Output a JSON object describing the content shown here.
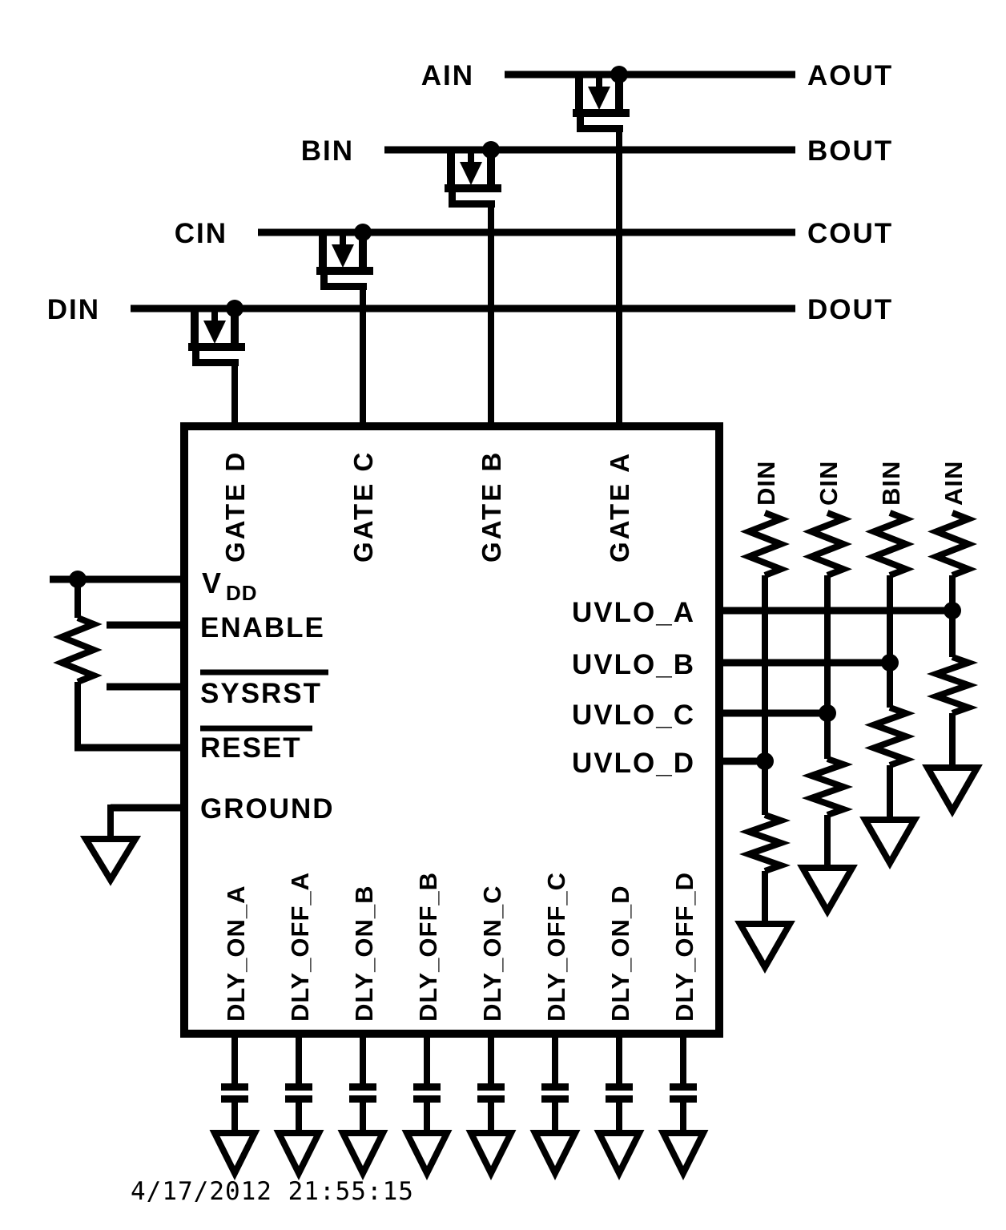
{
  "diagram": {
    "inputs": [
      "AIN",
      "BIN",
      "CIN",
      "DIN"
    ],
    "outputs": [
      "AOUT",
      "BOUT",
      "COUT",
      "DOUT"
    ],
    "chip": {
      "top_pins": [
        "GATE D",
        "GATE C",
        "GATE B",
        "GATE A"
      ],
      "right_pins": [
        "UVLO_A",
        "UVLO_B",
        "UVLO_C",
        "UVLO_D"
      ],
      "bottom_pins": [
        "DLY_ON_A",
        "DLY_OFF_A",
        "DLY_ON_B",
        "DLY_OFF_B",
        "DLY_ON_C",
        "DLY_OFF_C",
        "DLY_ON_D",
        "DLY_OFF_D"
      ],
      "left_pins": {
        "vdd_main": "V",
        "vdd_sub": "DD",
        "enable": "ENABLE",
        "sysrst": "SYSRST",
        "reset": "RESET",
        "ground": "GROUND"
      }
    },
    "pullup_columns": [
      "DIN",
      "CIN",
      "BIN",
      "AIN"
    ],
    "timestamp": "4/17/2012 21:55:15",
    "colors": {
      "line": "#000000",
      "background": "#ffffff",
      "timestamp": "#9b9b9b"
    }
  }
}
